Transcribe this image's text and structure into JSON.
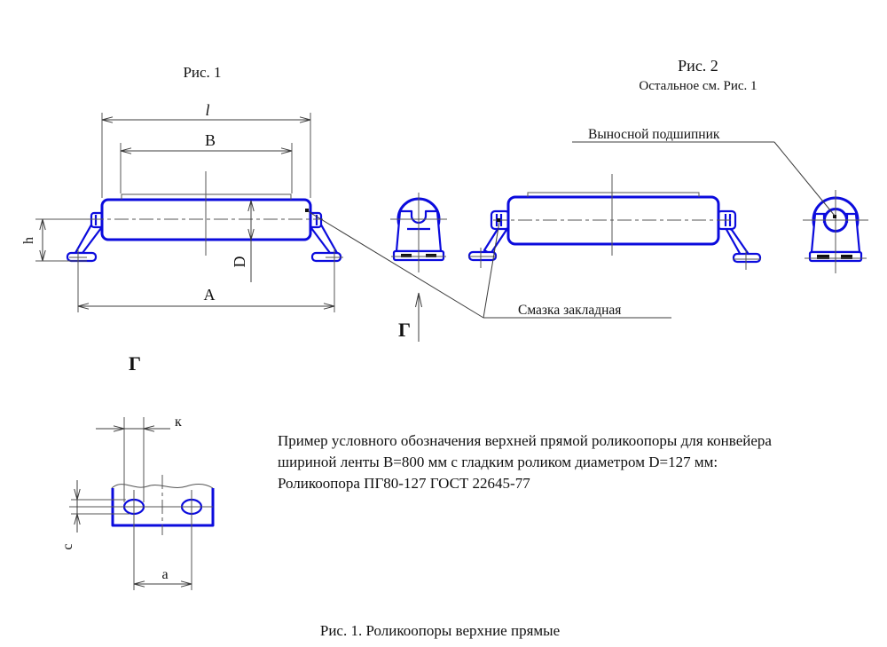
{
  "figure1": {
    "title": "Рис. 1",
    "dim_l": "l",
    "dim_B": "B",
    "dim_h": "h",
    "dim_D": "D",
    "dim_A": "A",
    "view_arrow_label": "Г"
  },
  "figure2": {
    "title": "Рис. 2",
    "subtitle": "Остальное см. Рис. 1",
    "bearing_callout": "Выносной подшипник"
  },
  "grease_callout": "Смазка закладная",
  "detail_view": {
    "title": "Г",
    "dim_k": "к",
    "dim_c": "с",
    "dim_a": "а"
  },
  "designation_example": {
    "line1": "Пример условного обозначения верхней прямой роликоопоры для конвейера",
    "line2": "шириной ленты В=800 мм с гладким роликом диаметром D=127 мм:",
    "line3": "Роликоопора ПГ80-127 ГОСТ 22645-77"
  },
  "caption": "Рис. 1. Роликоопоры верхние прямые",
  "colors": {
    "part_outline": "#0b0bdd",
    "dimension_lines": "#3c3c3c",
    "thin_lines": "#555555",
    "text": "#111111"
  }
}
